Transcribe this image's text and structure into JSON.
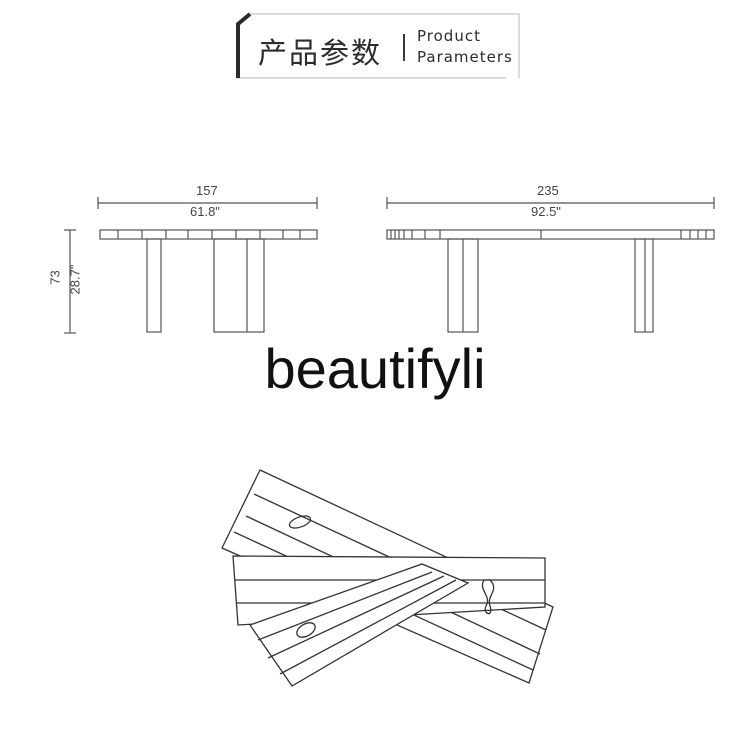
{
  "header": {
    "title_cn": "产品参数",
    "title_en_line1": "Product",
    "title_en_line2": "Parameters"
  },
  "dimensions": {
    "width_cm": "157",
    "width_in": "61.8\"",
    "length_cm": "235",
    "length_in": "92.5\"",
    "height_cm": "73",
    "height_in": "28.7\""
  },
  "watermark": "beautifyli",
  "colors": {
    "line": "#444444",
    "text": "#2c2c2c"
  }
}
